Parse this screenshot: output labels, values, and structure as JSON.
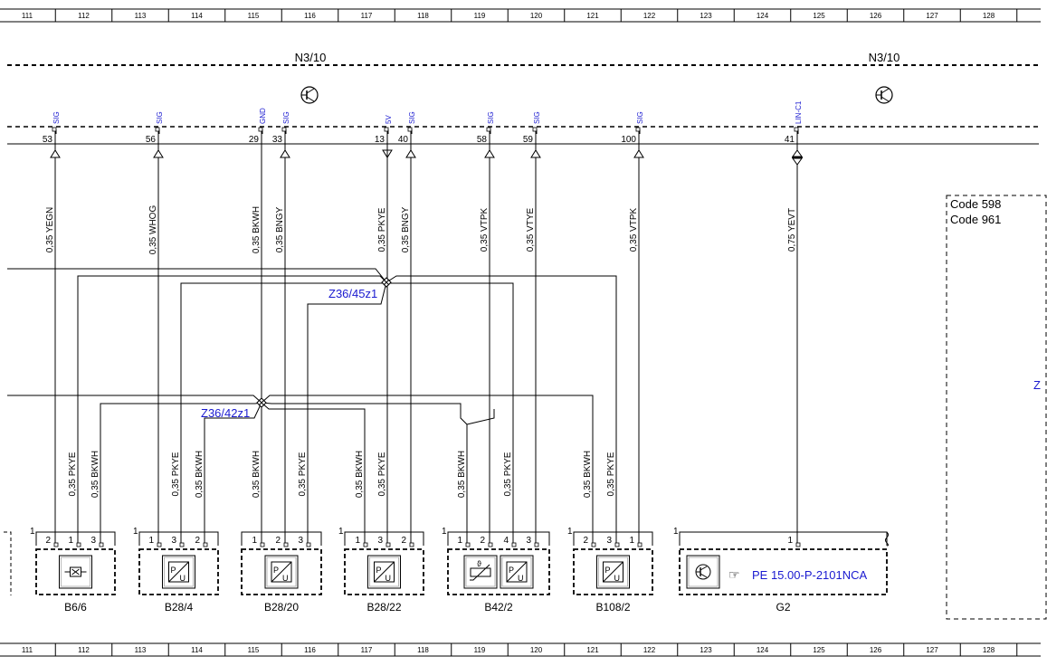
{
  "grid_columns": [
    "111",
    "112",
    "113",
    "114",
    "115",
    "116",
    "117",
    "118",
    "119",
    "120",
    "121",
    "122",
    "123",
    "124",
    "125",
    "126",
    "127",
    "128"
  ],
  "control_units": [
    {
      "label": "N3/10"
    },
    {
      "label": "N3/10"
    }
  ],
  "pins": [
    {
      "num": "53",
      "sig": "SIG",
      "wire": "0,35 YEGN",
      "dir": "up"
    },
    {
      "num": "56",
      "sig": "SIG",
      "wire": "0,35 WHOG",
      "dir": "up"
    },
    {
      "num": "29",
      "sig": "GND",
      "wire": "0,35 BKWH",
      "dir": "none"
    },
    {
      "num": "33",
      "sig": "SIG",
      "wire": "0,35 BNGY",
      "dir": "up"
    },
    {
      "num": "13",
      "sig": "5V",
      "wire": "0,35 PKYE",
      "dir": "down"
    },
    {
      "num": "40",
      "sig": "SIG",
      "wire": "0,35 BNGY",
      "dir": "up"
    },
    {
      "num": "58",
      "sig": "SIG",
      "wire": "0,35 VTPK",
      "dir": "up"
    },
    {
      "num": "59",
      "sig": "SIG",
      "wire": "0,35 VTYE",
      "dir": "up"
    },
    {
      "num": "100",
      "sig": "SIG",
      "wire": "0,35 VTPK",
      "dir": "up"
    },
    {
      "num": "41",
      "sig": "LIN-C1",
      "wire": "0,75 YEVT",
      "dir": "both"
    }
  ],
  "splices": [
    {
      "label": "Z36/45z1"
    },
    {
      "label": "Z36/42z1"
    }
  ],
  "lower_wires": [
    "0,35 PKYE",
    "0,35 BKWH",
    "0,35 PKYE",
    "0,35 BKWH",
    "0,35 BKWH",
    "0,35 PKYE",
    "0,35 BKWH",
    "0,35 PKYE",
    "0,35 BKWH",
    "0,35 PKYE",
    "0,35 BKWH",
    "0,35 PKYE"
  ],
  "components": [
    {
      "name": "B6/6",
      "corner": "1",
      "pins": [
        "2",
        "1",
        "3"
      ]
    },
    {
      "name": "B28/4",
      "corner": "1",
      "pins": [
        "1",
        "3",
        "2"
      ]
    },
    {
      "name": "B28/20",
      "corner": "",
      "pins": [
        "1",
        "2",
        "3"
      ]
    },
    {
      "name": "B28/22",
      "corner": "1",
      "pins": [
        "1",
        "3",
        "2"
      ]
    },
    {
      "name": "B42/2",
      "corner": "1",
      "pins": [
        "1",
        "2",
        "4",
        "3"
      ]
    },
    {
      "name": "B108/2",
      "corner": "1",
      "pins": [
        "2",
        "3",
        "1"
      ]
    },
    {
      "name": "G2",
      "corner": "1",
      "pins": [
        "1"
      ]
    }
  ],
  "reference": {
    "text": "PE 15.00-P-2101NCA"
  },
  "code_box": {
    "line1": "Code 598",
    "line2": "Code 961",
    "edge_text": "Z"
  }
}
